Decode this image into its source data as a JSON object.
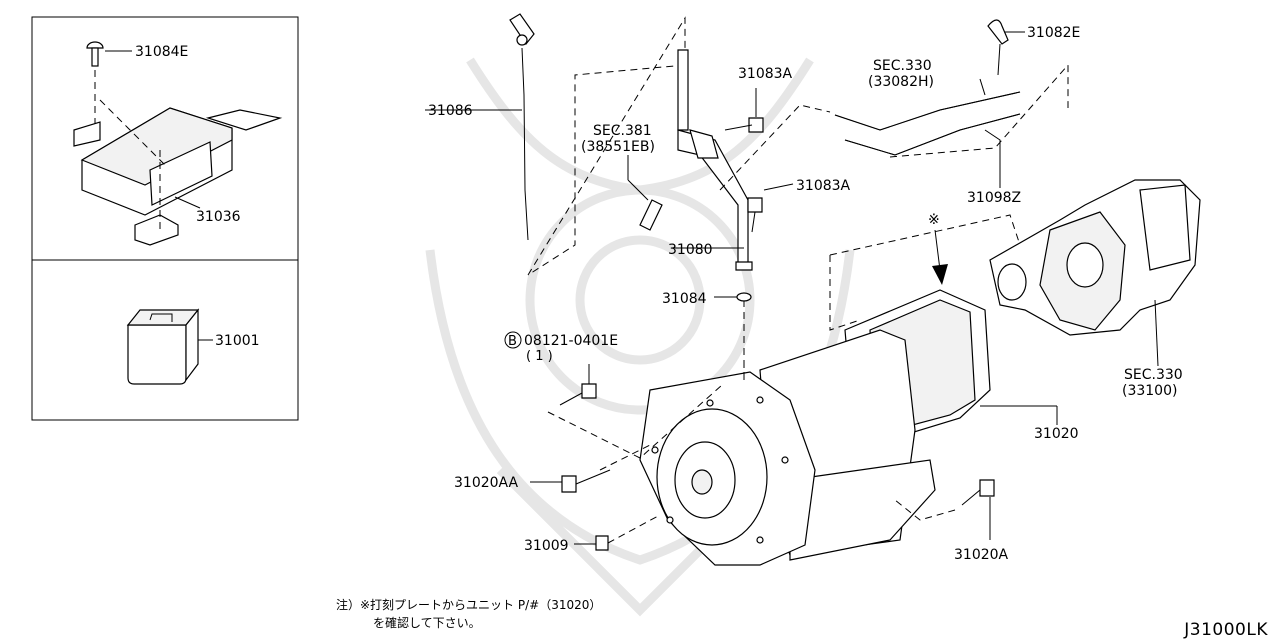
{
  "labels": {
    "p31084E": "31084E",
    "p31036": "31036",
    "p31001": "31001",
    "p31086": "31086",
    "sec381_a": "SEC.381",
    "sec381_b": "(38551EB)",
    "p31083A_top": "31083A",
    "p31083A_mid": "31083A",
    "sec330_a": "SEC.330",
    "sec330_b": "(33082H)",
    "p31082E": "31082E",
    "p31098Z": "31098Z",
    "p31080": "31080",
    "p31084": "31084",
    "bolt_b": "B",
    "bolt_a": "08121-0401E",
    "bolt_qty": "( 1 )",
    "asterisk": "※",
    "p31020": "31020",
    "sec330c_a": "SEC.330",
    "sec330c_b": "(33100)",
    "p31020AA": "31020AA",
    "p31009": "31009",
    "p31020A": "31020A"
  },
  "note": {
    "line1": "注）※打刻プレートからユニット P/#（31020）",
    "line2": "を確認して下さい。"
  },
  "diagram_code": "J31000LK"
}
